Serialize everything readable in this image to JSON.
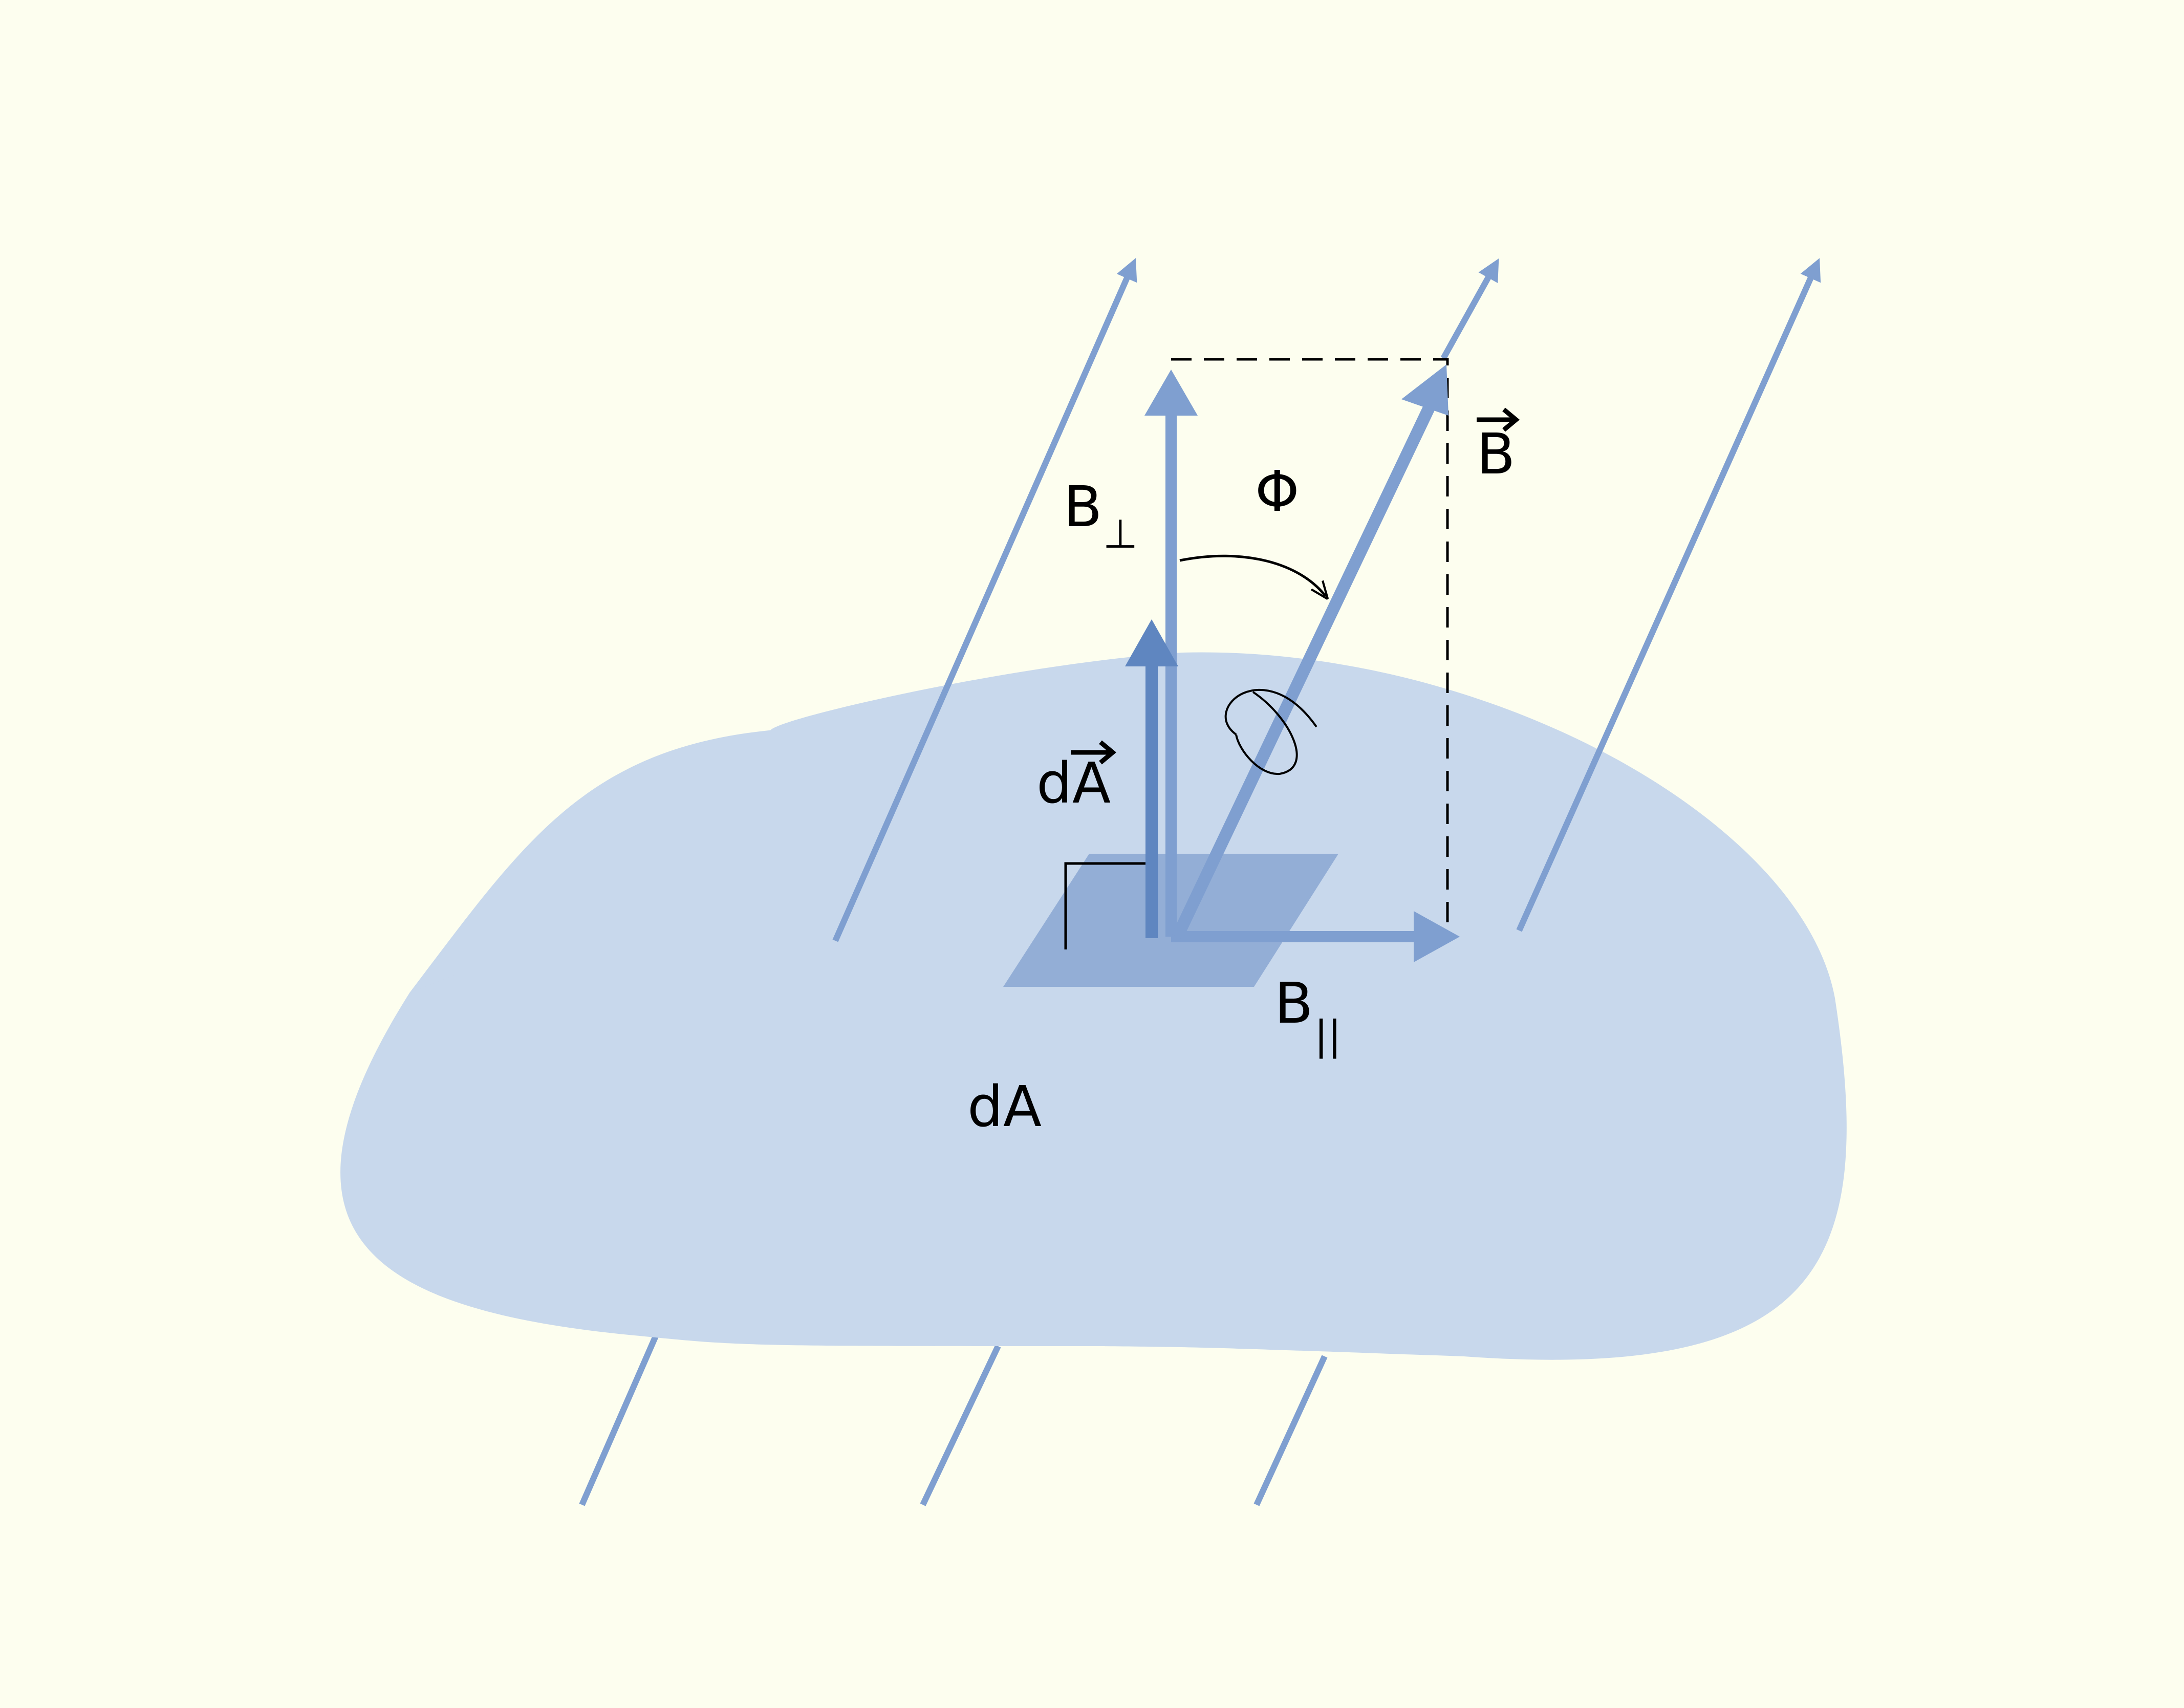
{
  "colors": {
    "background": "#fdfeef",
    "surface": "#c8d8ec",
    "area_patch": "#93aed6",
    "field_line": "#7f9fd0",
    "area_vector": "#5f86c0",
    "dashed_guide": "#000000"
  },
  "labels": {
    "b_vector": "B",
    "b_perp": "B",
    "b_perp_sub": "⊥",
    "b_par": "B",
    "b_par_sub": "||",
    "angle": "Φ",
    "area_vector": "dA",
    "area_element": "dA"
  }
}
